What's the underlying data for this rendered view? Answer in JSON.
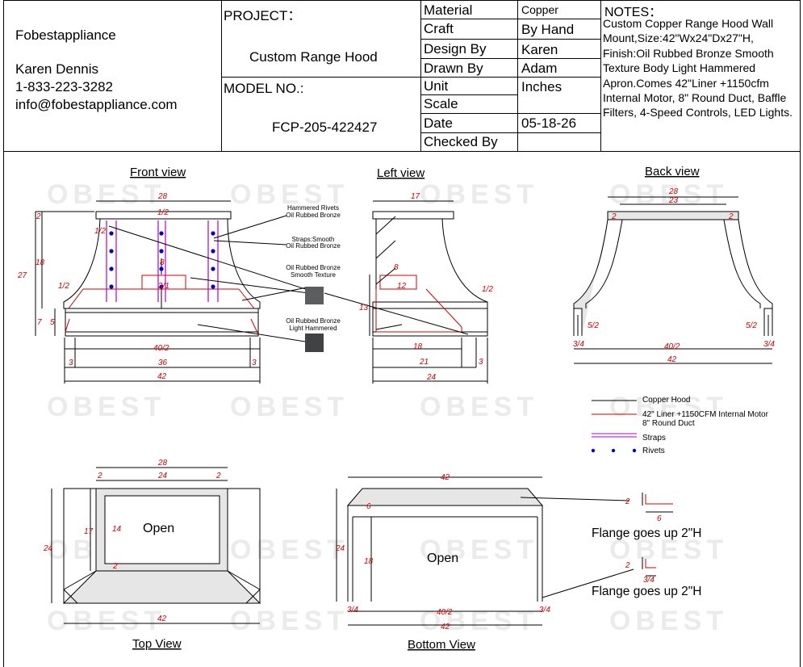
{
  "company": {
    "name": "Fobestappliance",
    "contact_name": "Karen Dennis",
    "phone": "1-833-223-3282",
    "email": "info@fobestappliance.com"
  },
  "project": {
    "label": "PROJECT：",
    "value": "Custom Range Hood"
  },
  "model": {
    "label": "MODEL NO.:",
    "value": "FCP-205-422427"
  },
  "spec_table": [
    {
      "label": "Material",
      "value": "Copper"
    },
    {
      "label": "Craft",
      "value": "By Hand"
    },
    {
      "label": "Design By",
      "value": "Karen"
    },
    {
      "label": "Drawn By",
      "value": "Adam"
    },
    {
      "label": "Unit",
      "value": "Inches"
    },
    {
      "label": "Scale",
      "value": ""
    },
    {
      "label": "Date",
      "value": "05-18-26"
    },
    {
      "label": "Checked By",
      "value": ""
    }
  ],
  "notes": {
    "title": "NOTES：",
    "body": "Custom Copper Range Hood Wall Mount,Size:42\"Wx24\"Dx27\"H, Finish:Oil Rubbed Bronze Smooth Texture Body Light Hammered Apron.Comes 42\"Liner +1150cfm Internal Motor, 8\" Round Duct, Baffle Filters, 4-Speed Controls, LED Lights."
  },
  "views": {
    "front": "Front view",
    "left": "Left view",
    "back": "Back view",
    "top": "Top View",
    "bottom": "Bottom View"
  },
  "annotations": {
    "hammered_rivets_1": "Hammered Rivets",
    "hammered_rivets_2": "Oil Rubbed Bronze",
    "straps_1": "Straps:Smooth",
    "straps_2": "Oil Rubbed Bronze",
    "body_1": "Oil Rubbed Bronze",
    "body_2": "Smooth Texture",
    "apron_1": "Oil Rubbed Bronze",
    "apron_2": "Light Hammered"
  },
  "legend": {
    "copper_hood": "Copper Hood",
    "liner_1": "42\" Liner +1150CFM Internal Motor",
    "liner_2": "8\" Round Duct",
    "straps": "Straps",
    "rivets": "Rivets"
  },
  "flange": {
    "note_1": "Flange goes up 2\"H",
    "note_2": "Flange goes up 2\"H",
    "dim_2a": "2",
    "dim_6": "6",
    "dim_2b": "2",
    "dim_3_4": "3/4"
  },
  "top_view": {
    "open": "Open"
  },
  "bottom_view": {
    "open": "Open"
  },
  "dims": {
    "front": {
      "top": "28",
      "top_h": "1/2",
      "left_2": "2",
      "left_18": "18",
      "left_27": "27",
      "left_half": "1/2",
      "left_7": "7",
      "left_5": "5",
      "duct_8": "8",
      "duct_3_1": "3/1",
      "bottom_40": "40/2",
      "bottom_3a": "3",
      "bottom_36": "36",
      "bottom_3b": "3",
      "bottom_42": "42",
      "left_3_1_2": "1/2"
    },
    "left": {
      "top_17": "17",
      "duct_8": "8",
      "duct_12": "12",
      "right_half": "1/2",
      "left_13": "13",
      "bottom_18": "18",
      "bottom_21": "21",
      "bottom_3": "3",
      "bottom_24": "24"
    },
    "back": {
      "top_28": "28",
      "top_23": "23",
      "left_2": "2",
      "right_2": "2",
      "left_5_2": "5/2",
      "right_5_2": "5/2",
      "bottom_3_4a": "3/4",
      "bottom_40": "40/2",
      "bottom_3_4b": "3/4",
      "bottom_42": "42"
    },
    "top": {
      "top_28": "28",
      "top_2": "2",
      "top_24": "24",
      "top_2b": "2",
      "left_17": "17",
      "left_14": "14",
      "left_24": "24",
      "inner_2": "2",
      "bottom_42": "42"
    },
    "bottom": {
      "top_42": "42",
      "left_6": "6",
      "left_24": "24",
      "left_18": "18",
      "bottom_3_4a": "3/4",
      "bottom_40": "40/2",
      "bottom_3_4b": "3/4",
      "bottom_42": "42"
    }
  },
  "watermark": "OBEST"
}
